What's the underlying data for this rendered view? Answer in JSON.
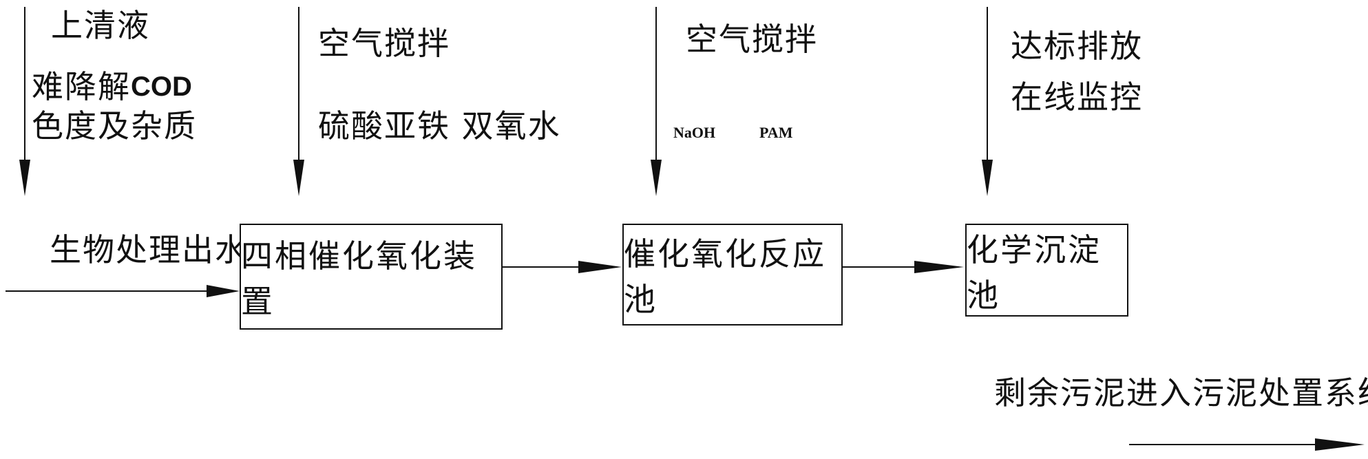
{
  "diagram": {
    "inputs": {
      "in1": {
        "line1": "上清液",
        "line2_a": "难降解",
        "line2_b": "COD",
        "line3": "色度及杂质"
      },
      "in2": {
        "line1": "空气搅拌",
        "line2": "硫酸亚铁 双氧水"
      },
      "in3": {
        "line1": "空气搅拌",
        "line2_a": "NaOH",
        "line2_b": "PAM"
      },
      "in4": {
        "line1": "达标排放",
        "line2": "在线监控"
      }
    },
    "feed_label": "生物处理出水",
    "boxes": {
      "box1": "四相催化氧化装置",
      "box2": "催化氧化反应池",
      "box3": "化学沉淀池"
    },
    "sludge_label": "剩余污泥进入污泥处置系统"
  }
}
